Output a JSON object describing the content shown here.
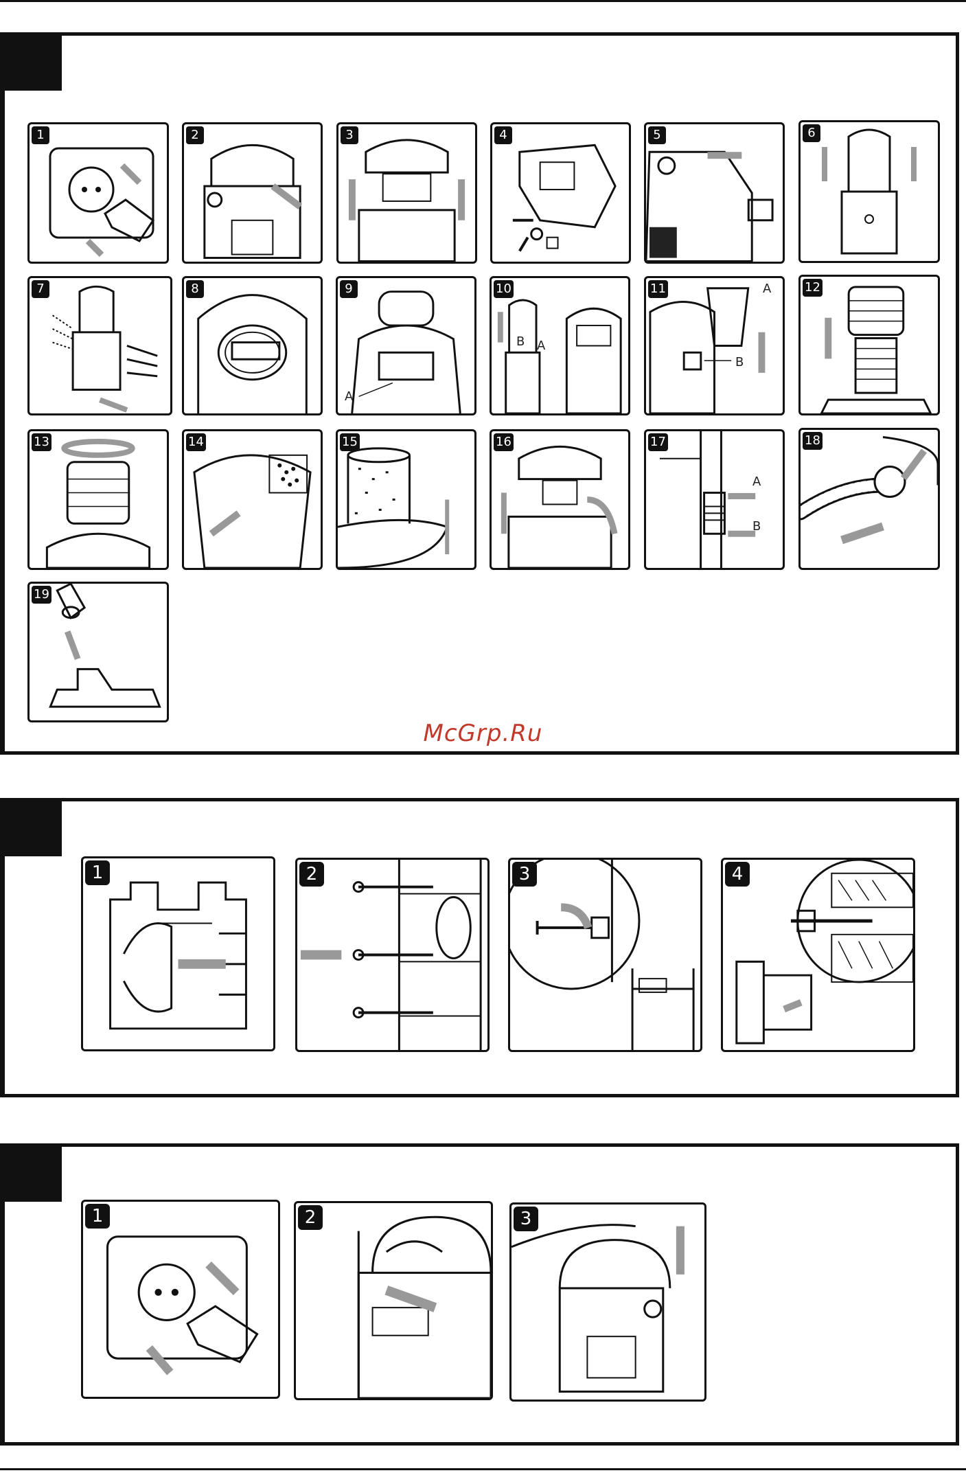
{
  "watermark": "McGrp.Ru",
  "sections": [
    {
      "id": "A",
      "panels": [
        {
          "num": "1",
          "icon": "unplug-icon"
        },
        {
          "num": "2",
          "icon": "vacuum-latch-open-icon"
        },
        {
          "num": "3",
          "icon": "lift-head-icon"
        },
        {
          "num": "4",
          "icon": "accessories-unpack-icon"
        },
        {
          "num": "5",
          "icon": "insert-hose-icon"
        },
        {
          "num": "6",
          "icon": "handle-bracket-icon"
        },
        {
          "num": "7",
          "icon": "screw-bracket-icon"
        },
        {
          "num": "8",
          "icon": "cord-wrap-icon"
        },
        {
          "num": "9",
          "icon": "vacuum-front-icon",
          "labels": [
            "A"
          ]
        },
        {
          "num": "10",
          "icon": "mount-bracket-icon",
          "labels": [
            "B",
            "A"
          ]
        },
        {
          "num": "11",
          "icon": "filter-clip-icon",
          "labels": [
            "A",
            "B"
          ]
        },
        {
          "num": "12",
          "icon": "filter-install-icon"
        },
        {
          "num": "13",
          "icon": "filter-rotate-icon"
        },
        {
          "num": "14",
          "icon": "empty-debris-icon"
        },
        {
          "num": "15",
          "icon": "foam-filter-icon"
        },
        {
          "num": "16",
          "icon": "close-latch-icon"
        },
        {
          "num": "17",
          "icon": "hose-storage-icon",
          "labels": [
            "A",
            "B"
          ]
        },
        {
          "num": "18",
          "icon": "connect-hose-icon"
        },
        {
          "num": "19",
          "icon": "floor-nozzle-icon"
        }
      ]
    },
    {
      "id": "B",
      "panels": [
        {
          "num": "1",
          "icon": "wall-bracket-icon"
        },
        {
          "num": "2",
          "icon": "wall-mount-screws-icon"
        },
        {
          "num": "3",
          "icon": "anchor-detail-icon"
        },
        {
          "num": "4",
          "icon": "wall-anchor-section-icon"
        }
      ]
    },
    {
      "id": "C",
      "panels": [
        {
          "num": "1",
          "icon": "unplug-icon"
        },
        {
          "num": "2",
          "icon": "release-latch-icon"
        },
        {
          "num": "3",
          "icon": "lift-off-wall-icon"
        }
      ]
    }
  ]
}
